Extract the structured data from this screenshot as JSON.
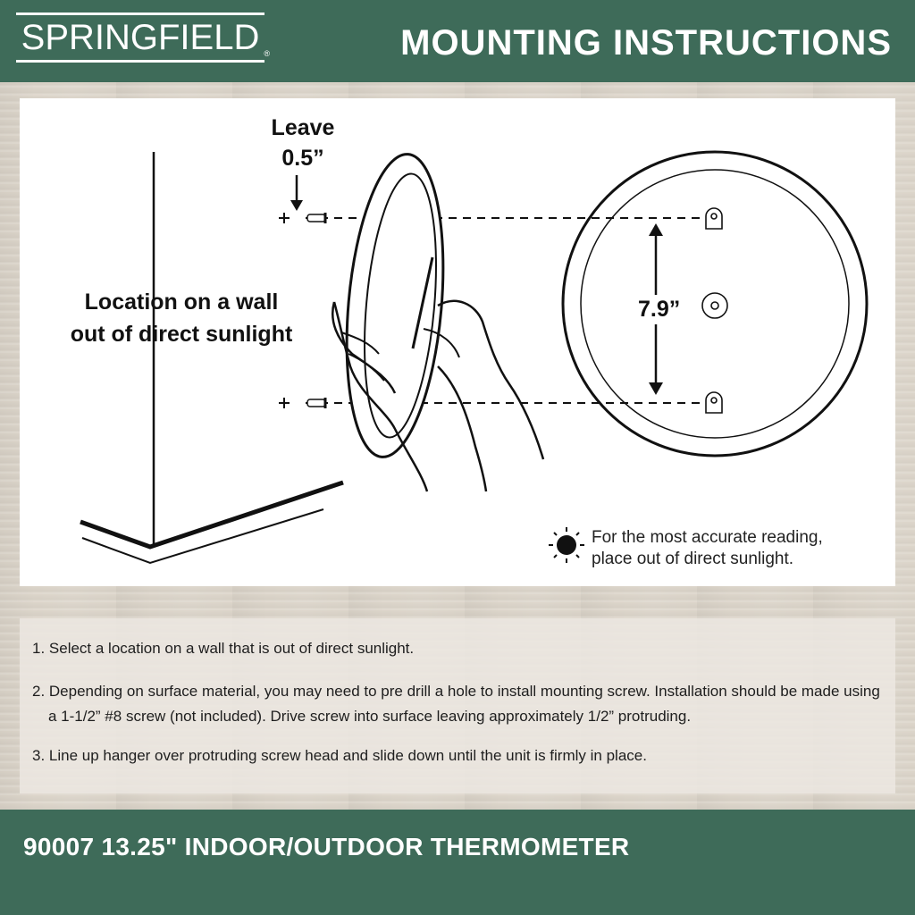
{
  "header": {
    "brand": "SPRINGFIELD",
    "registered_mark": "®",
    "title": "MOUNTING INSTRUCTIONS"
  },
  "diagram": {
    "wall_label_line1": "Location on a wall",
    "wall_label_line2": "out of direct sunlight",
    "leave_label_line1": "Leave",
    "leave_label_line2": "0.5”",
    "spacing_label": "7.9”",
    "sun_note_line1": "For the most accurate reading,",
    "sun_note_line2": "place out of direct sunlight.",
    "icons": [
      "screw-icon",
      "sun-icon",
      "keyhole-hanger-icon",
      "hands-holding-clock-icon"
    ]
  },
  "steps": [
    "1. Select a location on a wall that is out of direct sunlight.",
    "2. Depending on surface material, you may need to pre drill a hole to install mounting screw. Installation should be made using a 1-1/2” #8 screw (not included). Drive screw into surface leaving approximately 1/2” protruding.",
    "3. Line up hanger over protruding screw head and slide down until the unit is firmly in place."
  ],
  "footer": {
    "title": "90007 13.25\" INDOOR/OUTDOOR THERMOMETER"
  },
  "colors": {
    "brand_green": "#3e6b59",
    "panel_white": "#ffffff",
    "line_black": "#111111"
  }
}
